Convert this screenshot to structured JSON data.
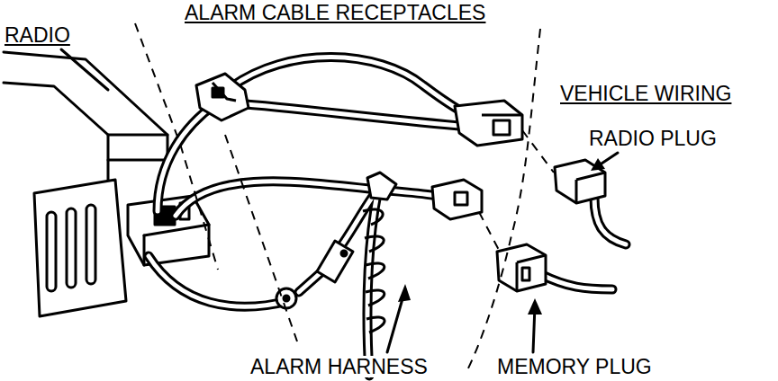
{
  "diagram": {
    "labels": [
      "ALARM CABLE RECEPTACLES",
      "RADIO",
      "VEHICLE WIRING",
      "RADIO PLUG",
      "ALARM HARNESS",
      "MEMORY PLUG"
    ]
  }
}
